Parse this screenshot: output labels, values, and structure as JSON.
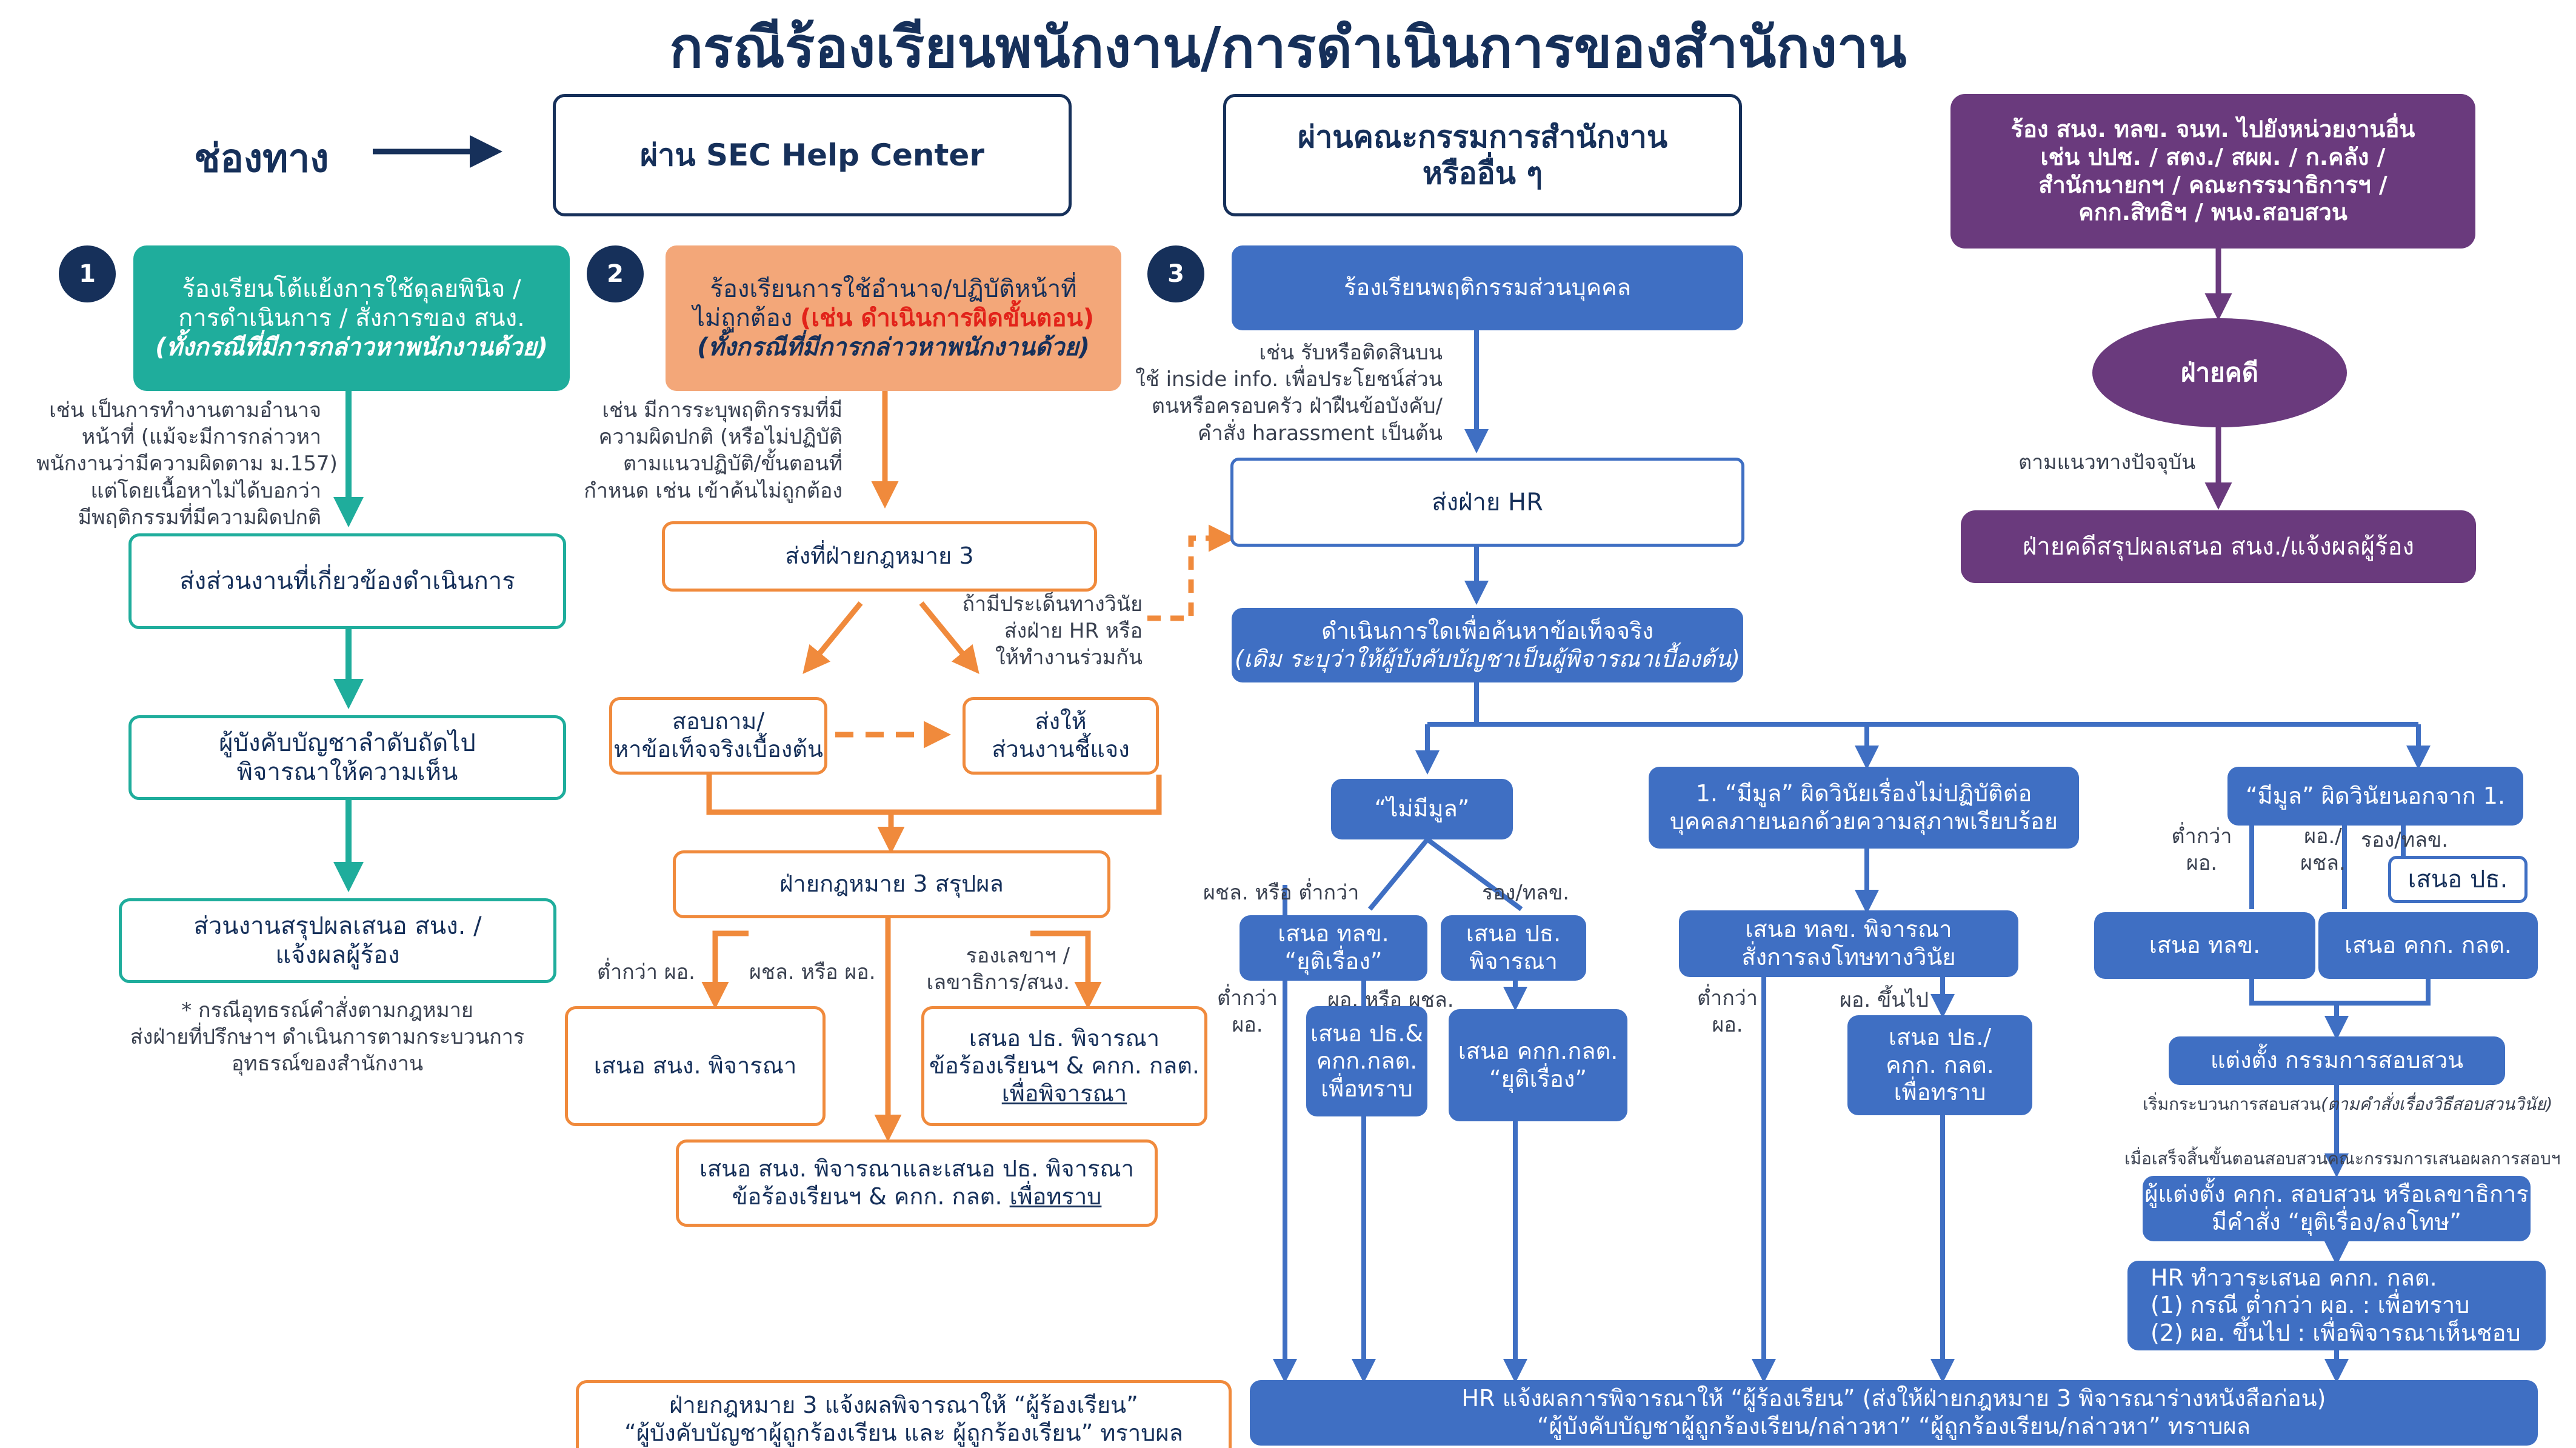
{
  "title": "กรณีร้องเรียนพนักงาน/การดำเนินการของสำนักงาน",
  "channels_label": "ช่องทาง",
  "headers": {
    "help_center": "ผ่าน SEC Help Center",
    "committee_l1": "ผ่านคณะกรรมการสำนักงาน",
    "committee_l2": "หรืออื่น ๆ",
    "other_agency": [
      "ร้อง สนง. ทลข. จนท. ไปยังหน่วยงานอื่น",
      "เช่น ปปช. / สตง./ สผผ. / ก.คลัง /",
      "สำนักนายกฯ / คณะกรรมาธิการฯ /",
      "คกก.สิทธิฯ / พนง.สอบสวน"
    ]
  },
  "steps": [
    "1",
    "2",
    "3"
  ],
  "col1": {
    "main": {
      "l1": "ร้องเรียนโต้แย้งการใช้ดุลยพินิจ /",
      "l2": "การดำเนินการ / สั่งการของ สนง.",
      "l3": "(ทั้งกรณีที่มีการกล่าวหาพนักงานด้วย)"
    },
    "note1": [
      "เช่น เป็นการทำงานตามอำนาจ",
      "หน้าที่ (แม้จะมีการกล่าวหา",
      "พนักงานว่ามีความผิดตาม ม.157)",
      "แต่โดยเนื้อหาไม่ได้บอกว่า",
      "มีพฤติกรรมที่มีความผิดปกติ"
    ],
    "send": "ส่งส่วนงานที่เกี่ยวข้องดำเนินการ",
    "supervisor": [
      "ผู้บังคับบัญชาลำดับถัดไป",
      "พิจารณาให้ความเห็น"
    ],
    "summary": [
      "ส่วนงานสรุปผลเสนอ สนง. /",
      "แจ้งผลผู้ร้อง"
    ],
    "note2": [
      "* กรณีอุทธรณ์คำสั่งตามกฎหมาย",
      "ส่งฝ่ายที่ปรึกษาฯ ดำเนินการตามกระบวนการ",
      "อุทธรณ์ของสำนักงาน"
    ]
  },
  "col2": {
    "main": {
      "l1": "ร้องเรียนการใช้อำนาจ/ปฏิบัติหน้าที่",
      "l2a": "ไม่ถูกต้อง ",
      "l2b": "(เช่น ดำเนินการผิดขั้นตอน)",
      "l3": "(ทั้งกรณีที่มีการกล่าวหาพนักงานด้วย)"
    },
    "note1": [
      "เช่น มีการระบุพฤติกรรมที่มี",
      "ความผิดปกติ (หรือไม่ปฏิบัติ",
      "ตามแนวปฏิบัติ/ขั้นตอนที่",
      "กำหนด เช่น เข้าค้นไม่ถูกต้อง"
    ],
    "send_legal": "ส่งที่ฝ่ายกฎหมาย 3",
    "if_discipline": [
      "ถ้ามีประเด็นทางวินัย",
      "ส่งฝ่าย HR หรือ",
      "ให้ทำงานร่วมกัน"
    ],
    "inquire": [
      "สอบถาม/",
      "หาข้อเท็จจริงเบื้องต้น"
    ],
    "send_explain": [
      "ส่งให้",
      "ส่วนงานชี้แจง"
    ],
    "legal_summary": "ฝ่ายกฎหมาย 3 สรุปผล",
    "lbl_lower": "ต่ำกว่า ผอ.",
    "lbl_director": "ผชล. หรือ ผอ.",
    "lbl_deputy": [
      "รองเลขาฯ /",
      "เลขาธิการ/สนง."
    ],
    "propose_office": "เสนอ สนง. พิจารณา",
    "propose_chair": {
      "l1": "เสนอ ปธ. พิจารณา",
      "l2": "ข้อร้องเรียนฯ & คกก. กลต.",
      "l3": "เพื่อพิจารณา"
    },
    "propose_both": {
      "l1": "เสนอ สนง. พิจารณาและเสนอ ปธ. พิจารณา",
      "l2a": "ข้อร้องเรียนฯ & คกก. กลต. ",
      "l2b": "เพื่อทราบ"
    }
  },
  "col3": {
    "main": "ร้องเรียนพฤติกรรมส่วนบุคคล",
    "note1": [
      "เช่น รับหรือติดสินบน",
      "ใช้ inside info. เพื่อประโยชน์ส่วน",
      "ตนหรือครอบครัว ฝ่าฝืนข้อบังคับ/",
      "คำสั่ง harassment เป็นต้น"
    ],
    "send_hr": "ส่งฝ่าย HR",
    "fact_finding": {
      "l1": "ดำเนินการใดเพื่อค้นหาข้อเท็จจริง",
      "l2": "(เดิม ระบุว่าให้ผู้บังคับบัญชาเป็นผู้พิจารณาเบื้องต้น)"
    },
    "no_grounds": "“ไม่มีมูล”",
    "lbl_no_left": "ผชล. หรือ ต่ำกว่า",
    "lbl_no_right": "รอง/ทลข.",
    "propose_tlx_end": [
      "เสนอ ทลข.",
      "“ยุติเรื่อง”"
    ],
    "propose_chair_consider": [
      "เสนอ  ปธ.",
      "พิจารณา"
    ],
    "lbl_lower_left": [
      "ต่ำกว่า",
      "ผอ."
    ],
    "lbl_dir_or": "ผอ. หรือ ผชล.",
    "propose_chair_board": [
      "เสนอ ปธ.&",
      "คกก.กลต.",
      "เพื่อทราบ"
    ],
    "propose_board_end": [
      "เสนอ คกก.กลต.",
      "“ยุติเรื่อง”"
    ],
    "grounds_tlx": [
      "1. “มีมูล” ผิดวินัยเรื่องไม่ปฏิบัติต่อ",
      "บุคคลภายนอกด้วยความสุภาพเรียบร้อย"
    ],
    "propose_tlx_punish": [
      "เสนอ ทลข. พิจารณา",
      "สั่งการลงโทษทางวินัย"
    ],
    "lbl_lower_mid": [
      "ต่ำกว่า",
      "ผอ."
    ],
    "lbl_dir_up": "ผอ. ขึ้นไป",
    "propose_chair_board2": [
      "เสนอ ปธ./",
      "คกก. กลต.",
      "เพื่อทราบ"
    ],
    "grounds_other": "“มีมูล” ผิดวินัยนอกจาก 1.",
    "lbl_lower_r": [
      "ต่ำกว่า",
      "ผอ."
    ],
    "lbl_dir_r": [
      "ผอ./",
      "ผชล."
    ],
    "lbl_deputy_r": "รอง/ทลข.",
    "propose_chair_small": "เสนอ ปธ.",
    "propose_tlx": "เสนอ ทลข.",
    "propose_board": "เสนอ คกก. กลต.",
    "appoint": "แต่งตั้ง กรรมการสอบสวน",
    "begin_inquiry": {
      "a": "เริ่มกระบวนการสอบสวน",
      "b": "(ตามคำสั่งเรื่องวิธีสอบสวนวินัย)"
    },
    "after_inquiry": "เมื่อเสร็จสิ้นขั้นตอนสอบสวนคณะกรรมการเสนอผลการสอบฯ",
    "appointer": [
      "ผู้แต่งตั้ง คกก. สอบสวน หรือเลขาธิการ",
      "มีคำสั่ง “ยุติเรื่อง/ลงโทษ”"
    ],
    "hr_report": [
      "HR ทำวาระเสนอ คกก. กลต.",
      "(1) กรณี ต่ำกว่า ผอ. : เพื่อทราบ",
      "(2) ผอ. ขึ้นไป : เพื่อพิจารณาเห็นชอบ"
    ]
  },
  "col4": {
    "legal_dept": "ฝ่ายคดี",
    "lbl_current": "ตามแนวทางปัจจุบัน",
    "legal_summary": "ฝ่ายคดีสรุปผลเสนอ สนง./แจ้งผลผู้ร้อง"
  },
  "bottom": {
    "legal_notify": [
      "ฝ่ายกฎหมาย 3 แจ้งผลพิจารณาให้ “ผู้ร้องเรียน”",
      "“ผู้บังคับบัญชาผู้ถูกร้องเรียน และ ผู้ถูกร้องเรียน” ทราบผล"
    ],
    "hr_notify": [
      "HR แจ้งผลการพิจารณาให้ “ผู้ร้องเรียน” (ส่งให้ฝ่ายกฎหมาย 3 พิจารณาร่างหนังสือก่อน)",
      "“ผู้บังคับบัญชาผู้ถูกร้องเรียน/กล่าวหา” “ผู้ถูกร้องเรียน/กล่าวหา” ทราบผล"
    ]
  },
  "colors": {
    "navy": "#16305a",
    "teal": "#1fad9c",
    "salmon": "#f3a779",
    "orange": "#f08a3c",
    "blue": "#3f6fc3",
    "purple": "#6a3a7d",
    "red": "#e2231a"
  }
}
